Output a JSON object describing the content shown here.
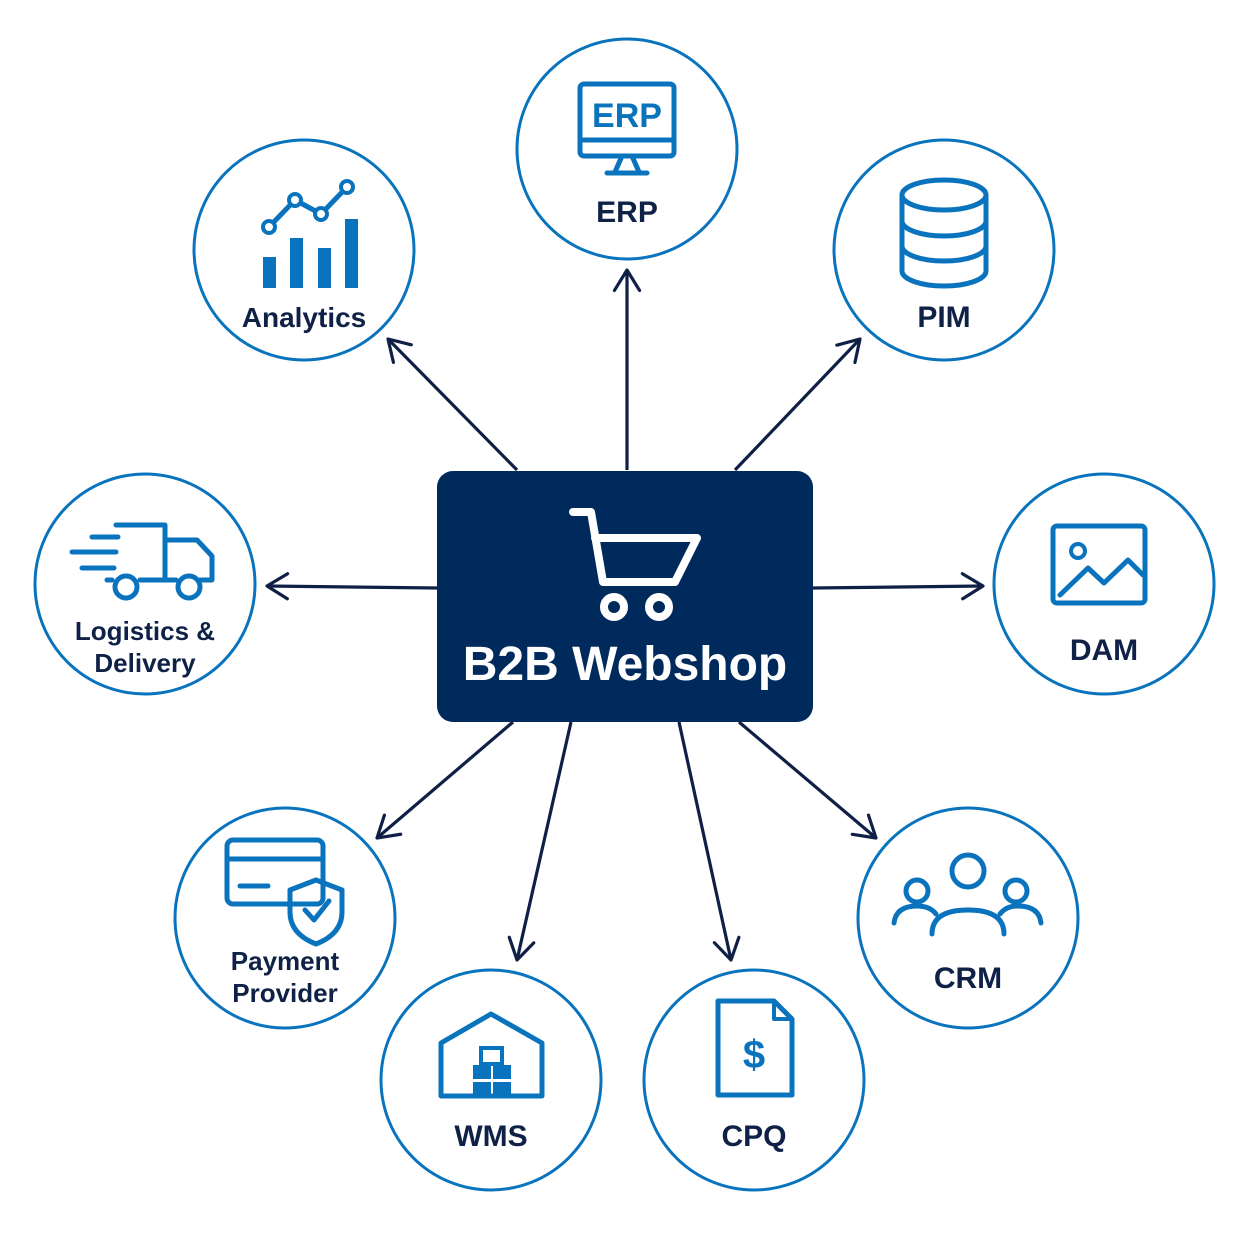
{
  "colors": {
    "accent": "#0a73bd",
    "navy": "#002a5c",
    "arrow": "#0f1f45",
    "label": "#0f2146",
    "white": "#ffffff"
  },
  "hub": {
    "title": "B2B Webshop",
    "icon": "shopping-cart-icon"
  },
  "nodes": {
    "erp": {
      "label": "ERP",
      "icon_text": "ERP",
      "icon": "erp-monitor-icon"
    },
    "pim": {
      "label": "PIM",
      "icon": "database-icon"
    },
    "analytics": {
      "label": "Analytics",
      "icon": "bar-line-chart-icon"
    },
    "logistics": {
      "label_line1": "Logistics &",
      "label_line2": "Delivery",
      "icon": "delivery-truck-icon"
    },
    "dam": {
      "label": "DAM",
      "icon": "image-icon"
    },
    "payment": {
      "label_line1": "Payment",
      "label_line2": "Provider",
      "icon": "credit-card-shield-icon"
    },
    "wms": {
      "label": "WMS",
      "icon": "warehouse-icon"
    },
    "cpq": {
      "label": "CPQ",
      "icon_text": "$",
      "icon": "dollar-document-icon"
    },
    "crm": {
      "label": "CRM",
      "icon": "people-group-icon"
    }
  }
}
